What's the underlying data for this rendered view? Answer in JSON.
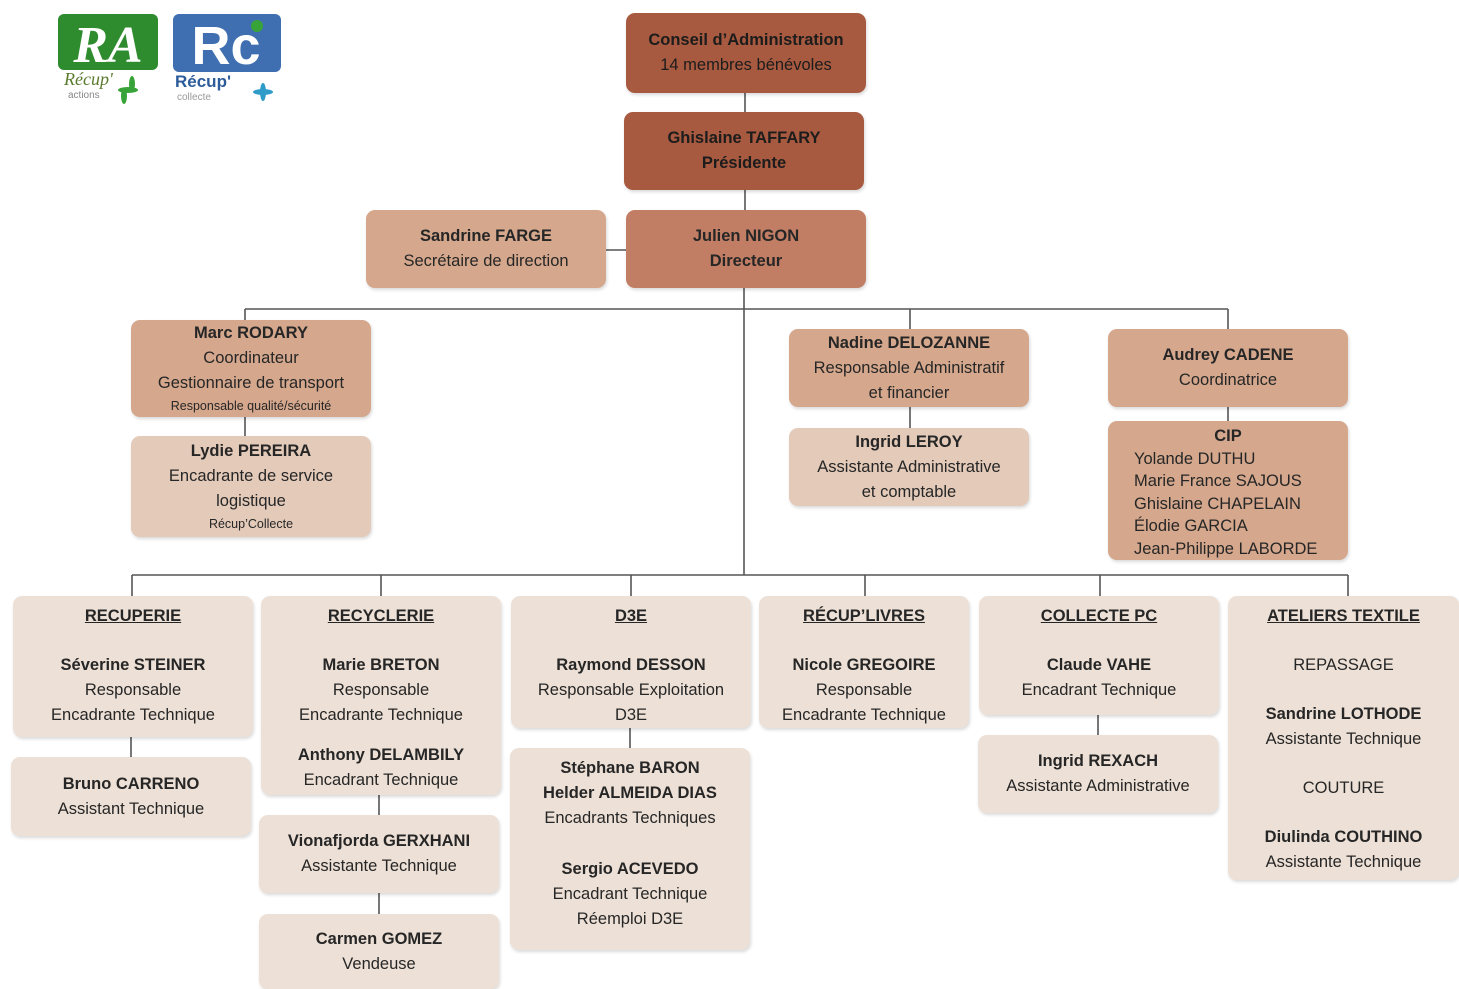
{
  "logos": {
    "ra": {
      "main": "RA",
      "sub1": "Récup'",
      "sub2": "actions"
    },
    "rc": {
      "main": "Rc",
      "sub1": "Récup'",
      "sub2": "collecte"
    }
  },
  "board": {
    "title": "Conseil d’Administration",
    "subtitle": "14 membres bénévoles"
  },
  "president": {
    "name": "Ghislaine TAFFARY",
    "role": "Présidente"
  },
  "director": {
    "name": "Julien NIGON",
    "role": "Directeur"
  },
  "secretary": {
    "name": "Sandrine FARGE",
    "role": "Secrétaire de direction"
  },
  "rodary": {
    "name": "Marc RODARY",
    "role1": "Coordinateur",
    "role2": "Gestionnaire de transport",
    "note": "Responsable qualité/sécurité"
  },
  "pereira": {
    "name": "Lydie PEREIRA",
    "role1": "Encadrante de service",
    "role2": "logistique",
    "note": "Récup’Collecte"
  },
  "delozanne": {
    "name": "Nadine DELOZANNE",
    "role1": "Responsable Administratif",
    "role2": "et financier"
  },
  "leroy": {
    "name": "Ingrid LEROY",
    "role1": "Assistante Administrative",
    "role2": "et comptable"
  },
  "cadene": {
    "name": "Audrey CADENE",
    "role": "Coordinatrice"
  },
  "cip": {
    "title": "CIP",
    "members": [
      "Yolande DUTHU",
      "Marie France SAJOUS",
      "Ghislaine CHAPELAIN",
      "Élodie GARCIA",
      "Jean-Philippe LABORDE"
    ]
  },
  "recuperie": {
    "title": "RECUPERIE",
    "name": "Séverine STEINER",
    "role1": "Responsable",
    "role2": "Encadrante Technique"
  },
  "carreno": {
    "name": "Bruno CARRENO",
    "role": "Assistant Technique"
  },
  "recyclerie": {
    "title": "RECYCLERIE",
    "name": "Marie BRETON",
    "role1": "Responsable",
    "role2": "Encadrante Technique",
    "name2": "Anthony DELAMBILY",
    "role3": "Encadrant Technique"
  },
  "gerxhani": {
    "name": "Vionafjorda GERXHANI",
    "role": "Assistante Technique"
  },
  "gomez": {
    "name": "Carmen GOMEZ",
    "role": "Vendeuse"
  },
  "d3e": {
    "title": "D3E",
    "name": "Raymond DESSON",
    "role1": "Responsable Exploitation",
    "role2": "D3E"
  },
  "baron": {
    "name1": "Stéphane BARON",
    "name2": "Helder ALMEIDA DIAS",
    "role1": "Encadrants Techniques",
    "name3": "Sergio ACEVEDO",
    "role2": "Encadrant Technique",
    "role3": "Réemploi D3E"
  },
  "livres": {
    "title": "RÉCUP’LIVRES",
    "name": "Nicole GREGOIRE",
    "role1": "Responsable",
    "role2": "Encadrante Technique"
  },
  "collectepc": {
    "title": "COLLECTE PC",
    "name": "Claude VAHE",
    "role": "Encadrant Technique"
  },
  "rexach": {
    "name": "Ingrid REXACH",
    "role": "Assistante Administrative"
  },
  "textile": {
    "title": "ATELIERS TEXTILE",
    "sub1": "REPASSAGE",
    "name1": "Sandrine LOTHODE",
    "role1": "Assistante Technique",
    "sub2": "COUTURE",
    "name2": "Diulinda COUTHINO",
    "role2": "Assistante Technique"
  },
  "colors": {
    "level1": "#a75a3f",
    "level2": "#c17e64",
    "level3": "#d5a88d",
    "level4": "#e3cab9",
    "level5": "#ede0d6",
    "lines": "#555555",
    "logo_green": "#2e8b2e",
    "logo_blue": "#3f6fb0"
  }
}
